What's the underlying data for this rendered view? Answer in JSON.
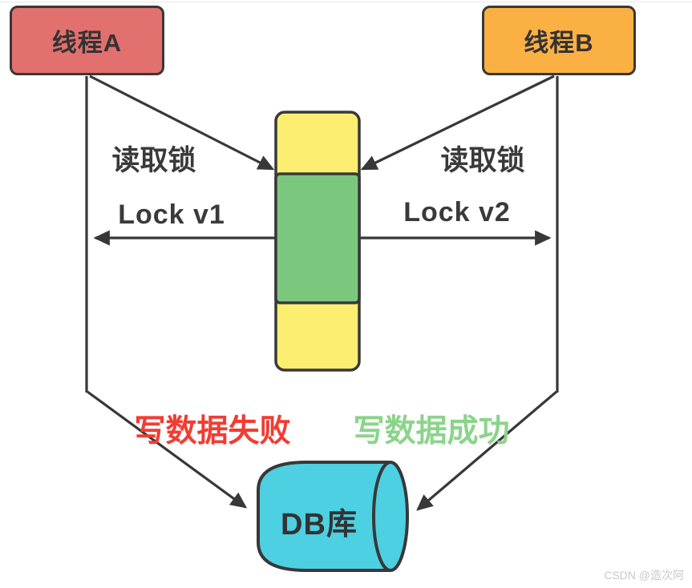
{
  "diagram": {
    "thread_a": {
      "label": "线程A"
    },
    "thread_b": {
      "label": "线程B"
    },
    "read_lock_left": "读取锁",
    "read_lock_right": "读取锁",
    "lock_v1": "Lock v1",
    "lock_v2": "Lock v2",
    "write_fail": "写数据失败",
    "write_success": "写数据成功",
    "db": {
      "label": "DB库"
    }
  },
  "watermark": "CSDN @造次阿",
  "colors": {
    "thread-a-fill": "#e2706e",
    "thread-b-fill": "#fbb044",
    "stack-yellow": "#fcee71",
    "stack-green": "#7cc77e",
    "db-fill": "#4dd0e2",
    "line-color": "#383838",
    "fail-text": "#f23c33",
    "success-text": "#8bd48b",
    "watermark-text": "#c8c8c8"
  }
}
